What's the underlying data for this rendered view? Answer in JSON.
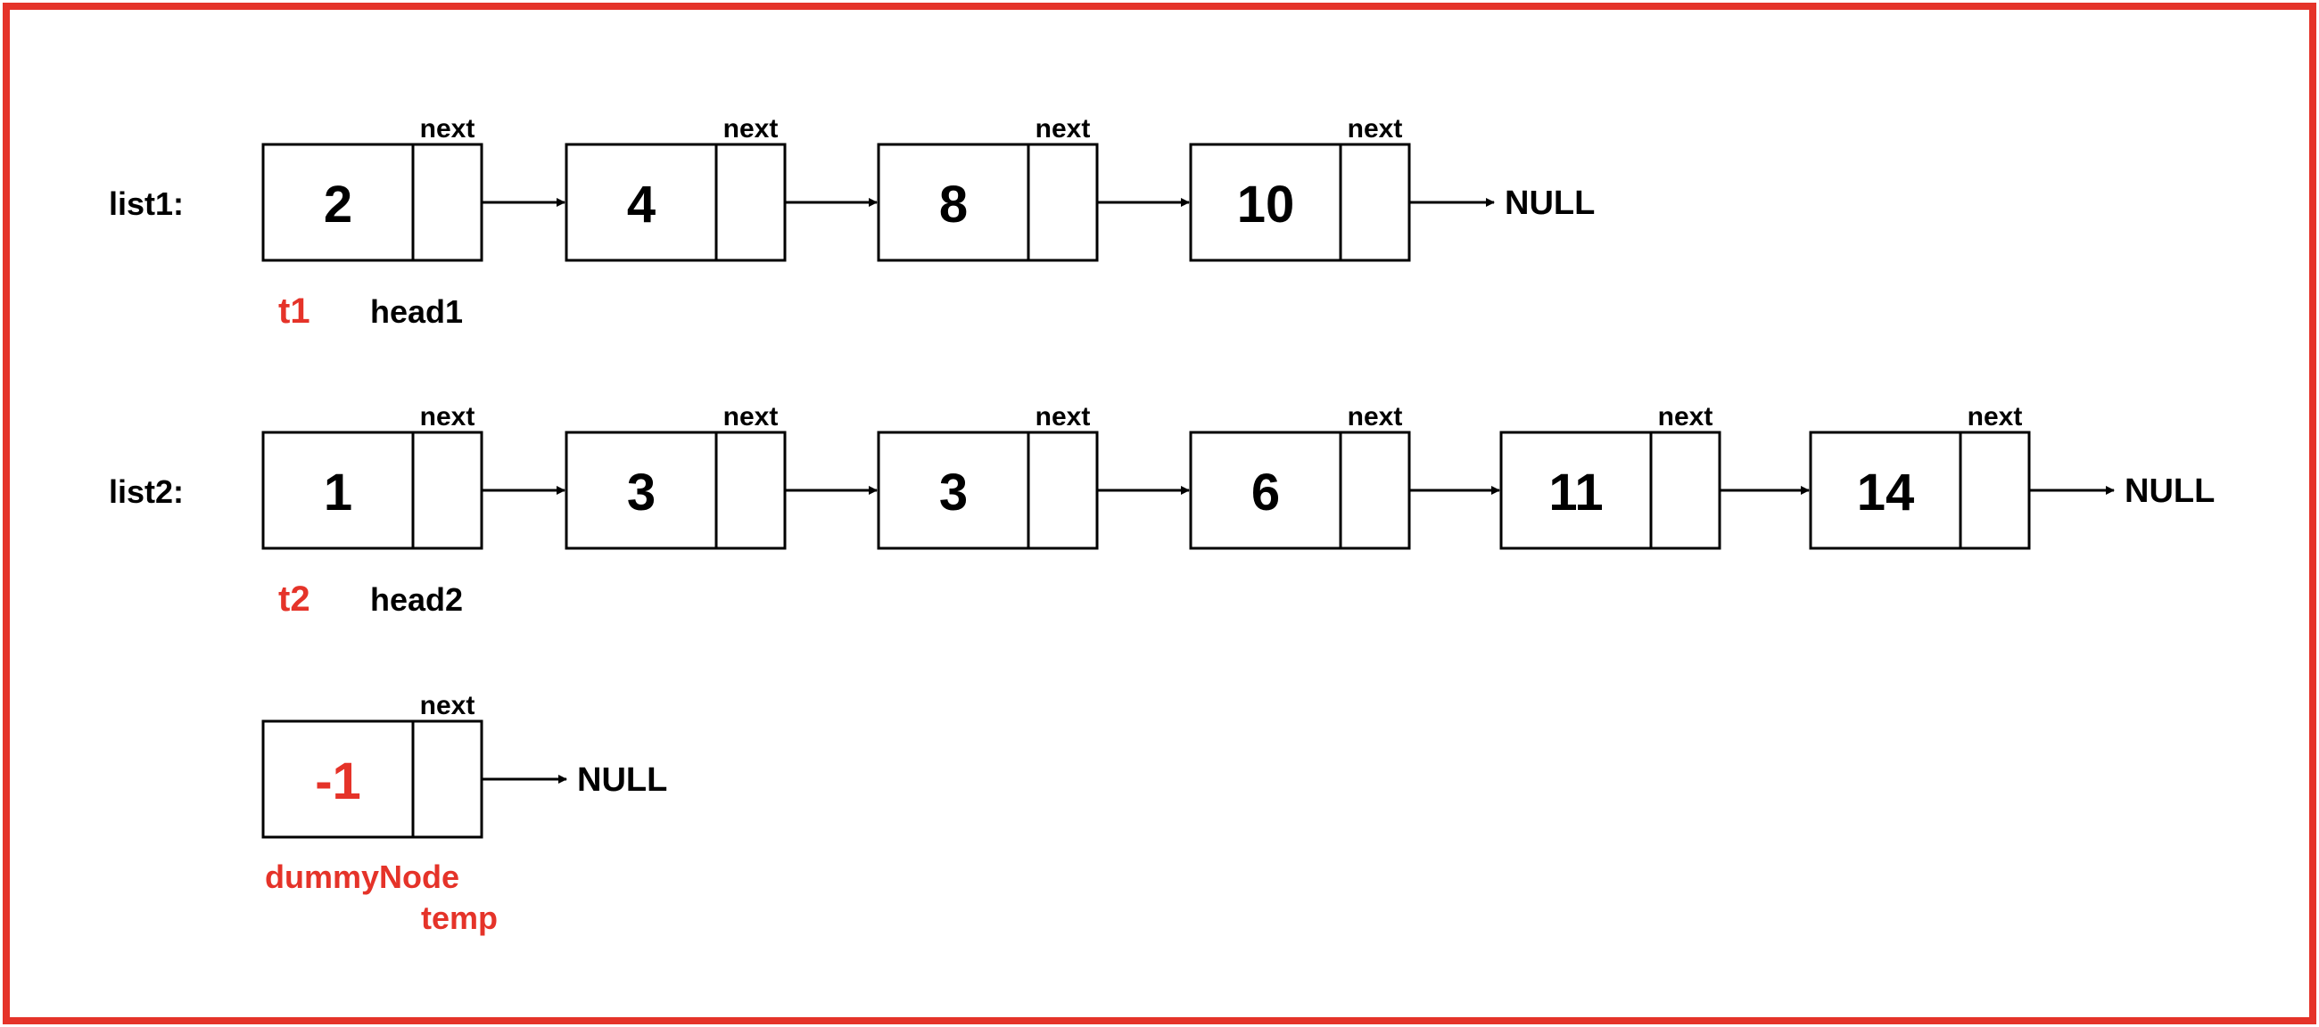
{
  "colors": {
    "frame": "#e53329",
    "accent": "#e53329",
    "ink": "#000000",
    "background": "#ffffff"
  },
  "next_label": "next",
  "null_label": "NULL",
  "lists": [
    {
      "id": "list1",
      "label": "list1:",
      "values": [
        "2",
        "4",
        "8",
        "10"
      ],
      "pointers": [
        {
          "text": "t1",
          "node": 0,
          "accent": true
        },
        {
          "text": "head1",
          "node": 0,
          "accent": false
        }
      ]
    },
    {
      "id": "list2",
      "label": "list2:",
      "values": [
        "1",
        "3",
        "3",
        "6",
        "11",
        "14"
      ],
      "pointers": [
        {
          "text": "t2",
          "node": 0,
          "accent": true
        },
        {
          "text": "head2",
          "node": 0,
          "accent": false
        }
      ]
    },
    {
      "id": "dummy",
      "label": "",
      "values": [
        "-1"
      ],
      "value_accent": true,
      "pointers": [
        {
          "text": "dummyNode",
          "node": 0,
          "accent": true
        },
        {
          "text": "temp",
          "node": 0,
          "accent": true
        }
      ]
    }
  ]
}
